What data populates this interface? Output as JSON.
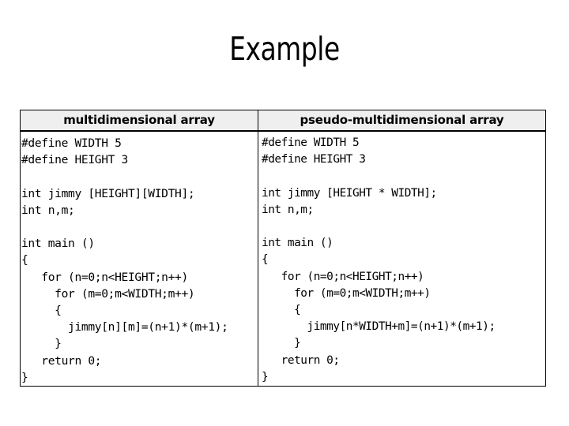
{
  "slide": {
    "title": "Example"
  },
  "table": {
    "columns": [
      {
        "header": "multidimensional array",
        "code": "#define WIDTH 5\n#define HEIGHT 3\n\nint jimmy [HEIGHT][WIDTH];\nint n,m;\n\nint main ()\n{\n   for (n=0;n<HEIGHT;n++)\n     for (m=0;m<WIDTH;m++)\n     {\n       jimmy[n][m]=(n+1)*(m+1);\n     }\n   return 0;\n}"
      },
      {
        "header": "pseudo-multidimensional array",
        "code": "#define WIDTH 5\n#define HEIGHT 3\n\nint jimmy [HEIGHT * WIDTH];\nint n,m;\n\nint main ()\n{\n   for (n=0;n<HEIGHT;n++)\n     for (m=0;m<WIDTH;m++)\n     {\n       jimmy[n*WIDTH+m]=(n+1)*(m+1);\n     }\n   return 0;\n}"
      }
    ]
  },
  "colors": {
    "page_background": "#ffffff",
    "text": "#000000",
    "header_background": "#efefef",
    "border": "#000000"
  }
}
